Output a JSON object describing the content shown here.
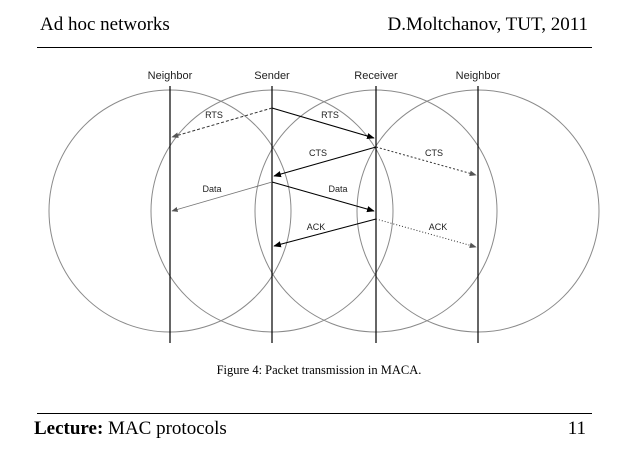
{
  "header": {
    "title": "Ad hoc networks",
    "author": "D.Moltchanov, TUT, 2011"
  },
  "diagram": {
    "nodes": [
      "Neighbor",
      "Sender",
      "Receiver",
      "Neighbor"
    ],
    "messages": {
      "rts_left": "RTS",
      "rts_right": "RTS",
      "cts_left": "CTS",
      "cts_right": "CTS",
      "data_left": "Data",
      "data_right": "Data",
      "ack_left": "ACK",
      "ack_right": "ACK"
    }
  },
  "caption": "Figure 4: Packet transmission in MACA.",
  "footer": {
    "lecture_label": "Lecture:",
    "lecture_topic": "MAC protocols",
    "page_number": "11"
  }
}
